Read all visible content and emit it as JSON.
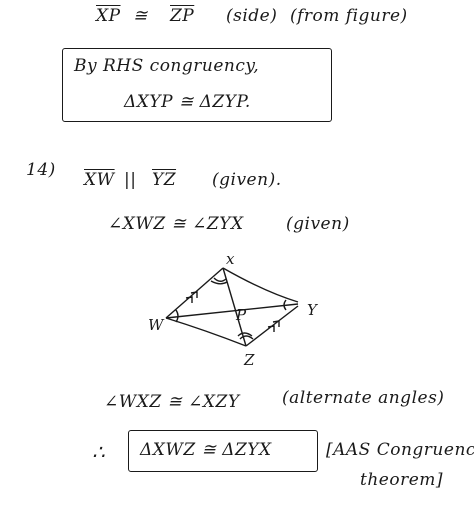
{
  "line1": {
    "seg_a": "XP",
    "rel": "≅",
    "seg_b": "ZP",
    "reason": "(side)",
    "reason2": "(from figure)"
  },
  "rhs_box": {
    "line1": "By RHS congruency,",
    "line2": "ΔXYP ≅ ΔZYP."
  },
  "q14": {
    "number": "14)",
    "given1": {
      "a": "XW",
      "rel": "||",
      "b": "YZ",
      "reason": "(given)."
    },
    "given2": {
      "text": "∠XWZ ≅ ∠ZYX",
      "reason": "(given)"
    },
    "figure": {
      "labels": {
        "x": "x",
        "y": "Y",
        "w": "W",
        "z": "Z",
        "p": "P"
      }
    },
    "step": {
      "text": "∠WXZ ≅ ∠XZY",
      "reason": "(alternate angles)"
    },
    "conclusion": {
      "therefore": "∴",
      "statement": "ΔXWZ ≅ ΔZYX",
      "reason_line1": "[AAS Congruency",
      "reason_line2": "theorem]"
    }
  }
}
